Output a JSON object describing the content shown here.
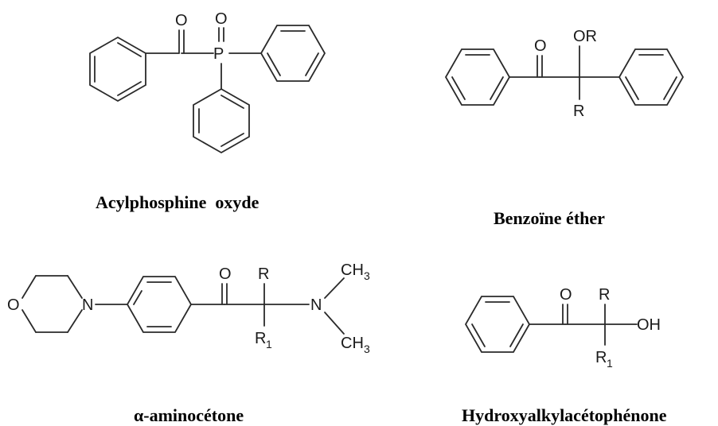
{
  "molecules": {
    "acylphosphine": {
      "caption": "Acylphosphine  oxyde",
      "atoms": {
        "o1": "O",
        "o2": "O",
        "p": "P"
      }
    },
    "benzoin": {
      "caption": "Benzoïne éther",
      "atoms": {
        "o": "O",
        "or": "OR",
        "r": "R"
      }
    },
    "aminoketone": {
      "caption": "α-aminocétone",
      "atoms": {
        "o_ring": "O",
        "n_ring": "N",
        "o": "O",
        "r": "R",
        "r1": "R",
        "r1_sub": "1",
        "n": "N",
        "ch3_top": "CH",
        "ch3_top_sub": "3",
        "ch3_bot": "CH",
        "ch3_bot_sub": "3"
      }
    },
    "hydroxyketone": {
      "caption": "Hydroxyalkylacétophénone",
      "atoms": {
        "o": "O",
        "r": "R",
        "oh": "OH",
        "r1": "R",
        "r1_sub": "1"
      }
    }
  }
}
